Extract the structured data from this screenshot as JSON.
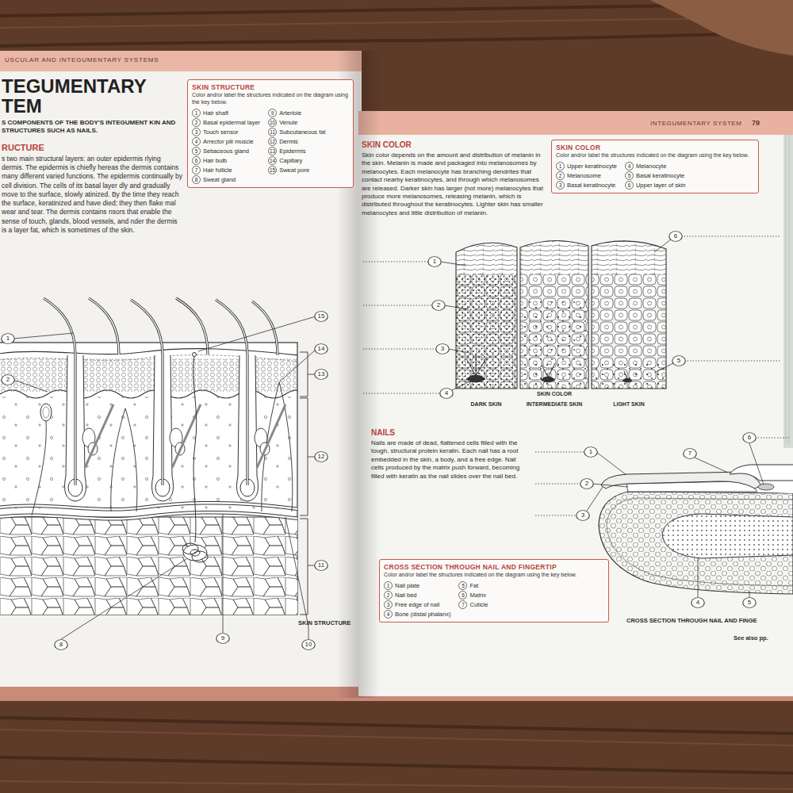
{
  "diagram": {
    "title": "TEGUMENTARY TEM",
    "nodes": [
      {
        "text": [
          "SKIN STRUCTURE",
          "Color and/or label the structures indicated on the diagram using the key below."
        ]
      },
      {
        "text": [
          "1",
          "Hair shaft"
        ],
        "in": 0
      },
      {
        "text": [
          "2",
          "Basal epidermal layer"
        ],
        "in": 0
      },
      {
        "text": [
          "3",
          "Touch sensor"
        ],
        "in": 0
      },
      {
        "text": [
          "4",
          "Arrector pili muscle"
        ],
        "in": 0
      },
      {
        "text": [
          "5",
          "Sebaceous gland"
        ],
        "in": 0
      },
      {
        "text": [
          "6",
          "Hair bulb"
        ],
        "in": 0
      },
      {
        "text": [
          "7",
          "Hair follicle"
        ],
        "in": 0
      },
      {
        "text": [
          "8",
          "Sweat gland"
        ],
        "in": 0
      },
      {
        "text": [
          "9",
          "Arteriole"
        ],
        "in": 0
      },
      {
        "text": [
          "10",
          "Venule"
        ],
        "in": 0
      },
      {
        "text": [
          "11",
          "Subcutaneous fat"
        ],
        "in": 0
      },
      {
        "text": [
          "12",
          "Dermis"
        ],
        "in": 0
      },
      {
        "text": [
          "13",
          "Epidermis"
        ],
        "in": 0
      },
      {
        "text": [
          "14",
          "Capillary"
        ],
        "in": 0
      },
      {
        "text": [
          "15",
          "Sweat pore"
        ],
        "in": 0
      },
      {
        "text": [
          "1"
        ]
      },
      {
        "text": [
          "2"
        ]
      },
      {
        "text": [
          "15"
        ]
      },
      {
        "text": [
          "14"
        ]
      },
      {
        "text": [
          "13"
        ]
      },
      {
        "text": [
          "12"
        ]
      },
      {
        "text": [
          "11"
        ]
      },
      {
        "text": [
          "8"
        ]
      },
      {
        "text": [
          "9"
        ]
      },
      {
        "text": [
          "10"
        ]
      },
      {
        "text": [
          "SKIN COLOR",
          "Color and/or label the structures indicated on the diagram using the key below."
        ]
      },
      {
        "text": [
          "1",
          "Upper keratinocyte"
        ],
        "in": 26
      },
      {
        "text": [
          "2",
          "Melanosome"
        ],
        "in": 26
      },
      {
        "text": [
          "3",
          "Basal keratinocyte"
        ],
        "in": 26
      },
      {
        "text": [
          "4",
          "Melanocyte"
        ],
        "in": 26
      },
      {
        "text": [
          "5",
          "Basal keratinocyte"
        ],
        "in": 26
      },
      {
        "text": [
          "6",
          "Upper layer of skin"
        ],
        "in": 26
      },
      {
        "text": [
          "1"
        ]
      },
      {
        "text": [
          "2"
        ]
      },
      {
        "text": [
          "3"
        ]
      },
      {
        "text": [
          "4"
        ]
      },
      {
        "text": [
          "6"
        ]
      },
      {
        "text": [
          "5"
        ]
      },
      {
        "text": [
          "CROSS SECTION THROUGH NAIL AND FINGERTIP",
          "Color and/or label the structures indicated on the diagram using the key below."
        ]
      },
      {
        "text": [
          "1",
          "Nail plate"
        ],
        "in": 39
      },
      {
        "text": [
          "2",
          "Nail bed"
        ],
        "in": 39
      },
      {
        "text": [
          "3",
          "Free edge of nail"
        ],
        "in": 39
      },
      {
        "text": [
          "4",
          "Bone (distal phalanx)"
        ],
        "in": 39
      },
      {
        "text": [
          "5",
          "Fat"
        ],
        "in": 39
      },
      {
        "text": [
          "6",
          "Matrix"
        ],
        "in": 39
      },
      {
        "text": [
          "7",
          "Cuticle"
        ],
        "in": 39
      },
      {
        "text": [
          "1"
        ]
      },
      {
        "text": [
          "2"
        ]
      },
      {
        "text": [
          "3"
        ]
      },
      {
        "text": [
          "7"
        ]
      },
      {
        "text": [
          "6"
        ]
      },
      {
        "text": [
          "4"
        ]
      },
      {
        "text": [
          "5"
        ]
      }
    ],
    "labels": [
      "USCULAR AND INTEGUMENTARY SYSTEMS",
      "S COMPONENTS OF THE BODY'S INTEGUMENT KIN AND STRUCTURES SUCH AS NAILS.",
      "RUCTURE",
      "s two main structural layers: an outer epidermis rlying dermis. The epidermis is chiefly hereas the dermis contains many different varied functions. The epidermis continually by cell division. The cells of its basal layer dly and gradually move to the surface, slowly atinized. By the time they reach the surface, keratinized and have died; they then flake mal wear and tear. The dermis contains nsors that enable the sense of touch, glands, blood vessels, and nder the dermis is a layer fat, which is sometimes of the skin.",
      "SKIN STRUCTURE",
      "INTEGUMENTARY SYSTEM",
      "79",
      "SKIN COLOR",
      "Skin color depends on the amount and distribution of melanin in the skin. Melanin is made and packaged into melanosomes by melanocytes. Each melanocyte has branching dendrites that contact nearby keratinocytes, and through which melanosomes are released. Darker skin has larger (not more) melanocytes that produce more melanosomes, releasing melanin, which is distributed throughout the keratinocytes. Lighter skin has smaller melanocytes and little distribution of melanin.",
      "SKIN COLOR",
      "DARK SKIN",
      "INTERMEDIATE SKIN",
      "LIGHT SKIN",
      "NAILS",
      "Nails are made of dead, flattened cells filled with the tough, structural protein keratin. Each nail has a root embedded in the skin, a body, and a free edge. Nail cells produced by the matrix push forward, becoming filled with keratin as the nail slides over the nail bed.",
      "CROSS SECTION THROUGH NAIL AND FINGE",
      "See also pp."
    ]
  }
}
